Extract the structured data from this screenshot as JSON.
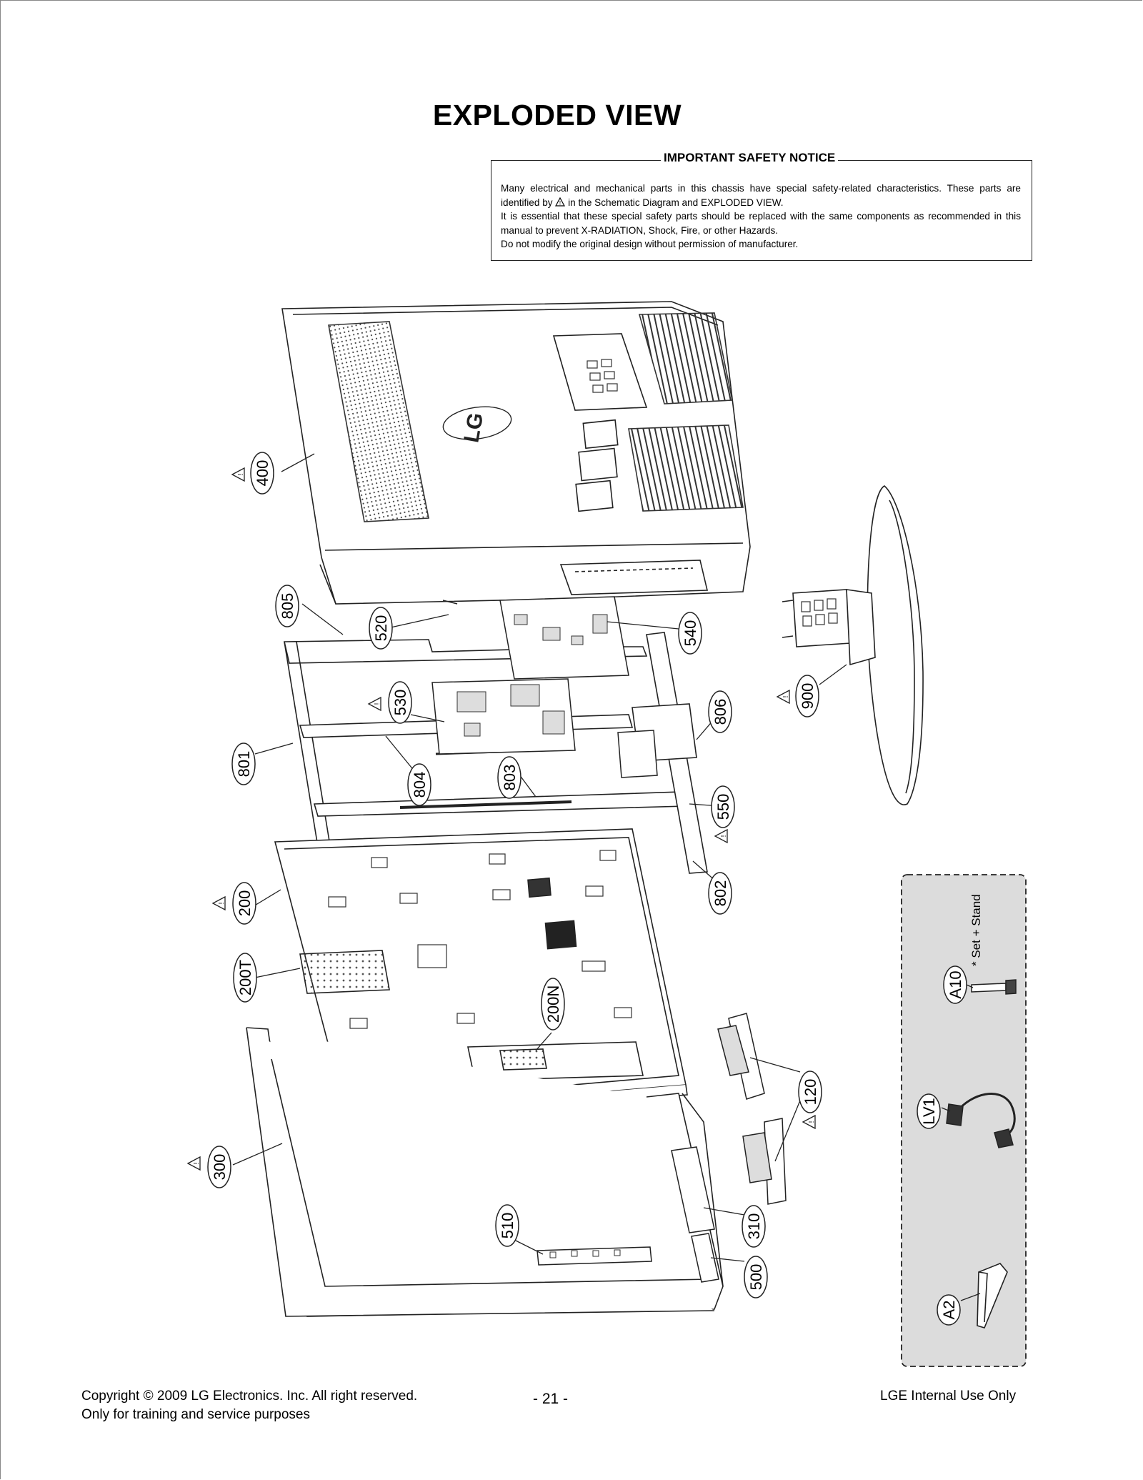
{
  "title": "EXPLODED VIEW",
  "notice": {
    "heading": "IMPORTANT SAFETY NOTICE",
    "line1_pre": "Many electrical and mechanical parts in this chassis have special safety-related characteristics. These parts are identified by",
    "line1_post": "in the Schematic Diagram and EXPLODED VIEW.",
    "line2": "It is essential that these special safety parts should be replaced with the same components as recommended in this manual to prevent X-RADIATION, Shock, Fire, or other Hazards.",
    "line3": "Do not modify the original design without permission of manufacturer."
  },
  "callouts": [
    "400",
    "805",
    "520",
    "540",
    "530",
    "900",
    "806",
    "801",
    "804",
    "803",
    "550",
    "802",
    "200",
    "200T",
    "200N",
    "120",
    "300",
    "510",
    "310",
    "500",
    "A10",
    "LV1",
    "A2"
  ],
  "labels": {
    "p400": "400",
    "p805": "805",
    "p520": "520",
    "p540": "540",
    "p530": "530",
    "p900": "900",
    "p806": "806",
    "p801": "801",
    "p804": "804",
    "p803": "803",
    "p550": "550",
    "p802": "802",
    "p200": "200",
    "p200T": "200T",
    "p200N": "200N",
    "p120": "120",
    "p300": "300",
    "p510": "510",
    "p310": "310",
    "p500": "500",
    "pA10": "A10",
    "pLV1": "LV1",
    "pA2": "A2",
    "set_stand": "* Set + Stand",
    "logo": "LG"
  },
  "footer": {
    "copyright": "Copyright  © 2009 LG Electronics. Inc. All right reserved.",
    "training": "Only for training and service purposes",
    "page": "- 21 -",
    "internal": "LGE Internal Use Only"
  },
  "colors": {
    "line": "#222222",
    "accessory_box_fill": "#dcdcdc"
  }
}
